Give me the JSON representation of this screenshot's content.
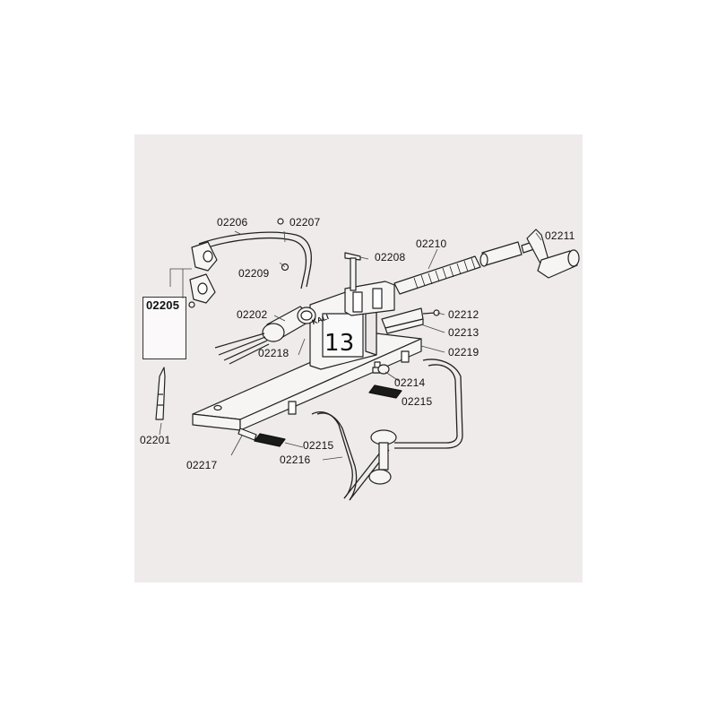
{
  "diagram": {
    "labels": {
      "p02201": "02201",
      "p02202": "02202",
      "p02205": "02205",
      "p02206": "02206",
      "p02207": "02207",
      "p02208": "02208",
      "p02209": "02209",
      "p02210": "02210",
      "p02211": "02211",
      "p02212": "02212",
      "p02213": "02213",
      "p02214": "02214",
      "p02215a": "02215",
      "p02215b": "02215",
      "p02216": "02216",
      "p02217": "02217",
      "p02218": "02218",
      "p02219": "02219"
    },
    "base_stamp": "KALI",
    "stamp_number": "13"
  },
  "colors": {
    "panel_background": "#f0ebeb",
    "line": "#222222",
    "part_fill": "#f7f4f4",
    "pad_fill": "#1a1a1a"
  }
}
